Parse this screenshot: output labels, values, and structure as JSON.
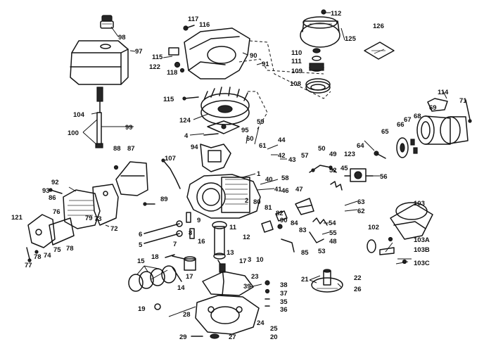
{
  "labels": {
    "l117": "117",
    "l116": "116",
    "l112": "112",
    "l125": "125",
    "l126": "126",
    "l98": "98",
    "l97": "97",
    "l115a": "115",
    "l122": "122",
    "l118": "118",
    "l90": "90",
    "l91": "91",
    "l110": "110",
    "l111": "111",
    "l109": "109",
    "l108": "108",
    "l115b": "115",
    "l114": "114",
    "l71": "71",
    "l104": "104",
    "l124": "124",
    "l100": "100",
    "l99": "99",
    "l4": "4",
    "l95": "95",
    "l59": "59",
    "l60": "60",
    "l61": "61",
    "l44": "44",
    "l42": "42",
    "l43": "43",
    "l64": "64",
    "l66": "66",
    "l67": "67",
    "l68": "68",
    "l69": "69",
    "l65": "65",
    "l88": "88",
    "l87": "87",
    "l94": "94",
    "l107": "107",
    "l57": "57",
    "l50": "50",
    "l49": "49",
    "l123": "123",
    "l58": "58",
    "l52": "52",
    "l45": "45",
    "l56": "56",
    "l1": "1",
    "l40": "40",
    "l41": "41",
    "l92": "92",
    "l93": "93",
    "l86": "86",
    "l89": "89",
    "l46": "46",
    "l47": "47",
    "l63": "63",
    "l62": "62",
    "l103": "103",
    "l2": "2",
    "l80": "80",
    "l81": "81",
    "l82": "82",
    "l84": "84",
    "l90b": "90",
    "l83": "83",
    "l54": "54",
    "l55": "55",
    "l48": "48",
    "l53": "53",
    "l85": "85",
    "l72": "72",
    "l121": "121",
    "l6": "6",
    "l9": "9",
    "l11": "11",
    "l12": "12",
    "l102": "102",
    "l103A": "103A",
    "l103B": "103B",
    "l103C": "103C",
    "l5": "5",
    "l7": "7",
    "l8": "8",
    "l16": "16",
    "l13": "13",
    "l17a": "17",
    "l3": "3",
    "l10": "10",
    "l76": "76",
    "l79": "79",
    "l73": "73",
    "l75": "75",
    "l78": "78",
    "l74": "74",
    "l78b": "78",
    "l77": "77",
    "l18": "18",
    "l15": "15",
    "l17b": "17",
    "l14": "14",
    "l23": "23",
    "l39": "39",
    "l38": "38",
    "l37": "37",
    "l35": "35",
    "l36": "36",
    "l21": "21",
    "l22": "22",
    "l26a": "26",
    "l19": "19",
    "l28": "28",
    "l24": "24",
    "l25": "25",
    "l20": "20",
    "l29": "29",
    "l27": "27"
  }
}
